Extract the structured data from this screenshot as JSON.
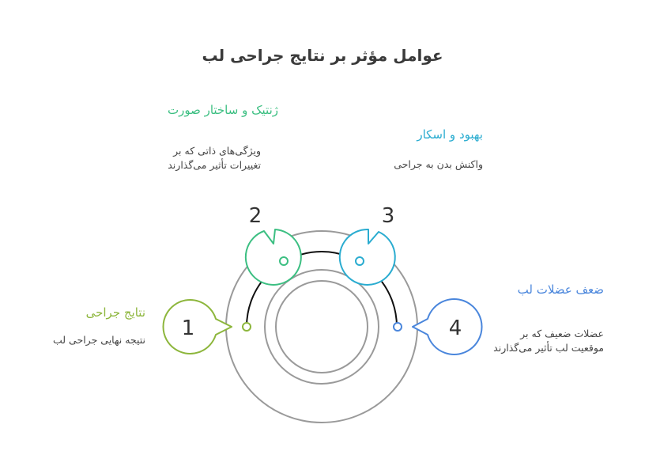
{
  "title": "عوامل مؤثر بر نتایج جراحی لب",
  "colors": {
    "item1": "#8db63c",
    "item2": "#3cbf82",
    "item3": "#2aacd0",
    "item4": "#4a86dc",
    "ring": "#9a9a9a",
    "arc": "#111111"
  },
  "items": [
    {
      "number": "1",
      "heading": "نتایج جراحی",
      "description": [
        "نتیجه نهایی جراحی لب"
      ]
    },
    {
      "number": "2",
      "heading": "ژنتیک و ساختار صورت",
      "description": [
        "ویژگی‌های ذاتی که بر",
        "تغییرات تأثیر می‌گذارند"
      ]
    },
    {
      "number": "3",
      "heading": "بهبود و اسکار",
      "description": [
        "واکنش بدن به جراحی"
      ]
    },
    {
      "number": "4",
      "heading": "ضعف عضلات لب",
      "description": [
        "عضلات ضعیف که بر",
        "موقعیت لب تأثیر می‌گذارند"
      ]
    }
  ]
}
